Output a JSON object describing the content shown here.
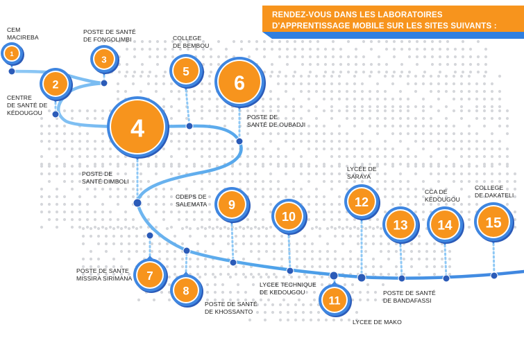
{
  "banner": {
    "line1": "RENDEZ-VOUS DANS LES LABORATOIRES",
    "line2": "D'APPRENTISSAGE MOBILE SUR LES SITES SUIVANTS :"
  },
  "colors": {
    "orange": "#F7941D",
    "orange_dark": "#E07B0B",
    "blue_dark": "#2B5BB8",
    "blue_mid": "#3F86E0",
    "blue_light": "#8EC8F5",
    "path_blue": "#5FB0EC",
    "banner_orange": "#F7941D",
    "banner_blue": "#2F7FE0",
    "dot_grey": "#D5D7DB"
  },
  "sites": [
    {
      "number": "1",
      "label": "CEM\nMACIREBA"
    },
    {
      "number": "2",
      "label": "CENTRE\nDE SANTÉ DE\nKÉDOUGOU"
    },
    {
      "number": "3",
      "label": "POSTE DE SANTÉ\nDE FONGOLIMBI"
    },
    {
      "number": "4",
      "label": "POSTE DE\nSANTÉ DIMBOLI"
    },
    {
      "number": "5",
      "label": "COLLEGE\nDE BEMBOU"
    },
    {
      "number": "6",
      "label": "POSTE DE\nSANTÉ DE OUBADJI"
    },
    {
      "number": "7",
      "label": "POSTE DE SANTE\nMISSIRA SIRIMANA"
    },
    {
      "number": "8",
      "label": "POSTE DE SANTÉ\nDE KHOSSANTO"
    },
    {
      "number": "9",
      "label": "CDEPS DE\nSALEMATA"
    },
    {
      "number": "10",
      "label": "LYCEE TECHNIQUE\nDE KEDOUGOU"
    },
    {
      "number": "11",
      "label": "LYCEE DE MAKO"
    },
    {
      "number": "12",
      "label": "LYCÉE DE\nSARAYA"
    },
    {
      "number": "13",
      "label": "POSTE DE SANTÉ\nDE BANDAFASSI"
    },
    {
      "number": "14",
      "label": "CCA DE\nKEDOUGOU"
    },
    {
      "number": "15",
      "label": "COLLEGE\nDE DAKATELI"
    }
  ]
}
